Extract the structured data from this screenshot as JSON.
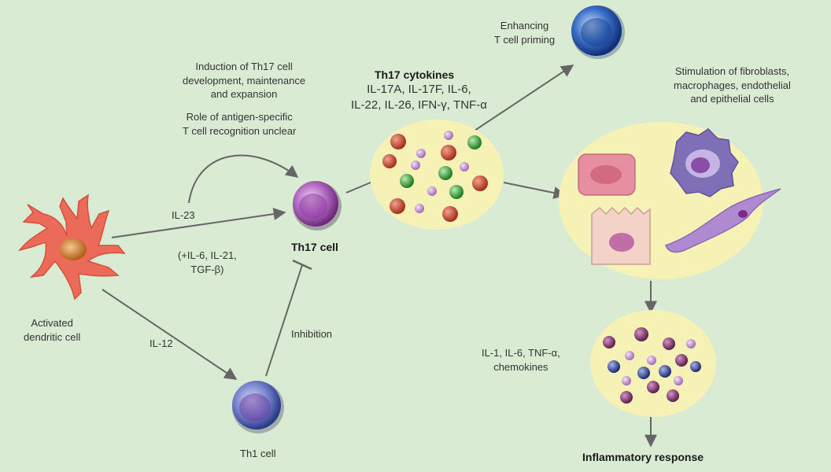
{
  "labels": {
    "induction": "Induction of Th17 cell\ndevelopment, maintenance\nand expansion",
    "role": "Role of antigen-specific\nT cell recognition unclear",
    "il23": "IL-23",
    "cofactors": "(+IL-6, IL-21,\nTGF-β)",
    "th17_cell": "Th17 cell",
    "dendritic": "Activated\ndendritic cell",
    "il12": "IL-12",
    "inhibition": "Inhibition",
    "th1_cell": "Th1 cell",
    "cytokines_title": "Th17 cytokines",
    "cytokines_list": "IL-17A, IL-17F, IL-6,\nIL-22, IL-26, IFN-γ, TNF-α",
    "enhancing": "Enhancing\nT cell priming",
    "stimulation": "Stimulation of fibroblasts,\nmacrophages, endothelial\nand epithelial cells",
    "mediators": "IL-1, IL-6, TNF-α,\nchemokines",
    "inflammatory": "Inflammatory response"
  },
  "colors": {
    "background": "#d9ebd3",
    "pool": "#f6f2b6",
    "arrow": "#666666",
    "th17_cell": "#a24fb0",
    "th1_cell": "#5a6ec0",
    "dendritic": "#ec6b58",
    "dot_red": "#c8432e",
    "dot_green": "#3a9b3a",
    "dot_lilac": "#c89ad4",
    "dot_navy": "#2f3f8e",
    "dot_plum": "#7b3468"
  }
}
